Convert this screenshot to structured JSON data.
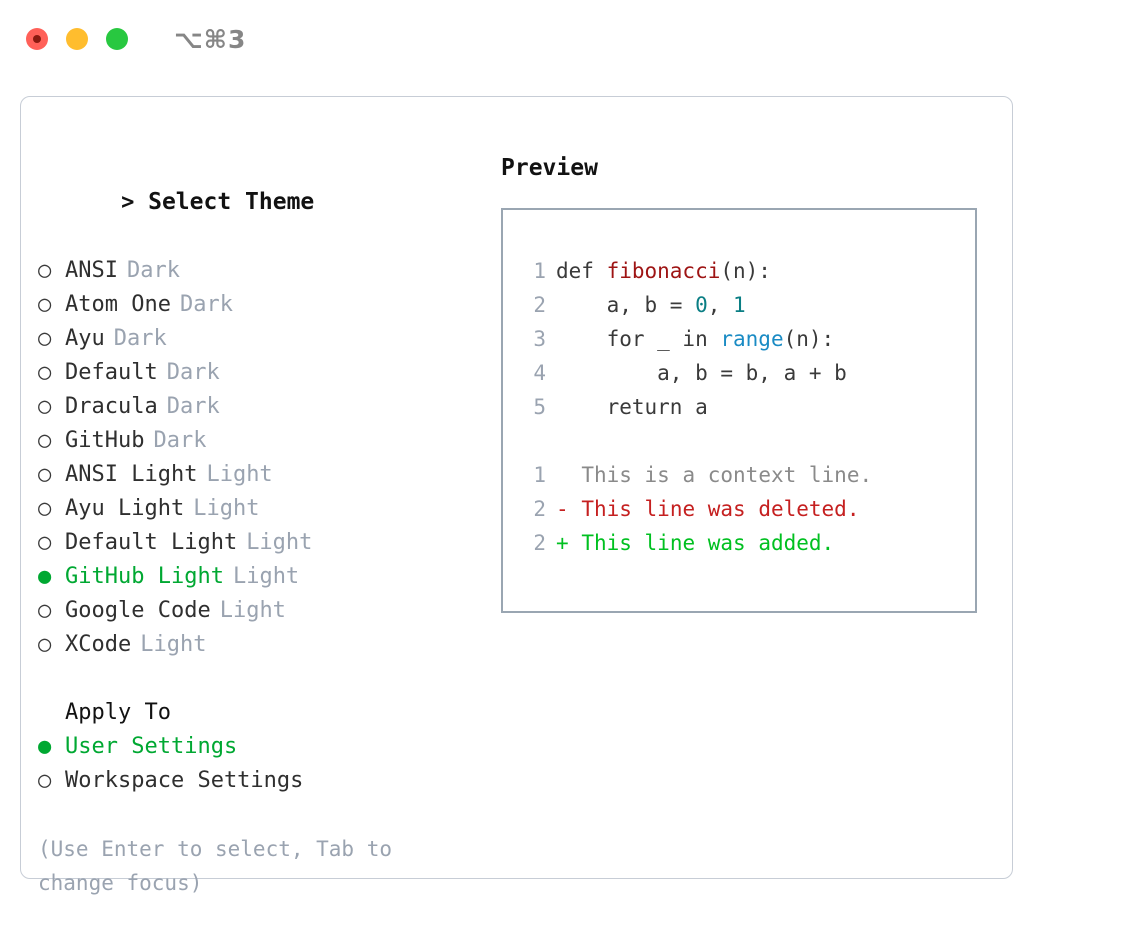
{
  "titlebar": {
    "shortcut": "⌥⌘3",
    "lights": [
      "close-red",
      "minimize-yellow",
      "zoom-green"
    ]
  },
  "theme_picker": {
    "header_marker": ">",
    "header_label": "Select Theme",
    "markers": {
      "unselected": "○",
      "selected": "●"
    },
    "items": [
      {
        "marker": "○",
        "name": "ANSI",
        "variant": "Dark",
        "selected": false
      },
      {
        "marker": "○",
        "name": "Atom One",
        "variant": "Dark",
        "selected": false
      },
      {
        "marker": "○",
        "name": "Ayu",
        "variant": "Dark",
        "selected": false
      },
      {
        "marker": "○",
        "name": "Default",
        "variant": "Dark",
        "selected": false
      },
      {
        "marker": "○",
        "name": "Dracula",
        "variant": "Dark",
        "selected": false
      },
      {
        "marker": "○",
        "name": "GitHub",
        "variant": "Dark",
        "selected": false
      },
      {
        "marker": "○",
        "name": "ANSI Light",
        "variant": "Light",
        "selected": false
      },
      {
        "marker": "○",
        "name": "Ayu Light",
        "variant": "Light",
        "selected": false
      },
      {
        "marker": "○",
        "name": "Default Light",
        "variant": "Light",
        "selected": false
      },
      {
        "marker": "●",
        "name": "GitHub Light",
        "variant": "Light",
        "selected": true
      },
      {
        "marker": "○",
        "name": "Google Code",
        "variant": "Light",
        "selected": false
      },
      {
        "marker": "○",
        "name": "XCode",
        "variant": "Light",
        "selected": false
      }
    ]
  },
  "apply_to": {
    "title": "Apply To",
    "items": [
      {
        "marker": "●",
        "name": "User Settings",
        "selected": true
      },
      {
        "marker": "○",
        "name": "Workspace Settings",
        "selected": false
      }
    ]
  },
  "hint": "(Use Enter to select, Tab to change focus)",
  "preview": {
    "title": "Preview",
    "code_lines": [
      {
        "no": "1",
        "tokens": [
          {
            "t": "def ",
            "c": "plain"
          },
          {
            "t": "fibonacci",
            "c": "func"
          },
          {
            "t": "(n):",
            "c": "plain"
          }
        ]
      },
      {
        "no": "2",
        "tokens": [
          {
            "t": "    a, b = ",
            "c": "plain"
          },
          {
            "t": "0",
            "c": "num"
          },
          {
            "t": ", ",
            "c": "plain"
          },
          {
            "t": "1",
            "c": "num"
          }
        ]
      },
      {
        "no": "3",
        "tokens": [
          {
            "t": "    for _ in ",
            "c": "plain"
          },
          {
            "t": "range",
            "c": "call"
          },
          {
            "t": "(n):",
            "c": "plain"
          }
        ]
      },
      {
        "no": "4",
        "tokens": [
          {
            "t": "        a, b = b, a + b",
            "c": "plain"
          }
        ]
      },
      {
        "no": "5",
        "tokens": [
          {
            "t": "    return a",
            "c": "plain"
          }
        ]
      }
    ],
    "diff_lines": [
      {
        "no": "1",
        "sign": " ",
        "text": "This is a context line.",
        "kind": "context"
      },
      {
        "no": "2",
        "sign": "-",
        "text": "This line was deleted.",
        "kind": "del"
      },
      {
        "no": "2",
        "sign": "+",
        "text": "This line was added.",
        "kind": "add"
      }
    ]
  },
  "colors": {
    "accent_green": "#00a832",
    "muted_gray": "#9aa3b0",
    "text": "#2f2f2f",
    "syntax_function": "#9e1414",
    "syntax_number": "#0a7e84",
    "syntax_call": "#1a8bc4",
    "diff_deleted": "#c52020",
    "diff_added": "#00c020",
    "border": "#9aa6b2"
  }
}
